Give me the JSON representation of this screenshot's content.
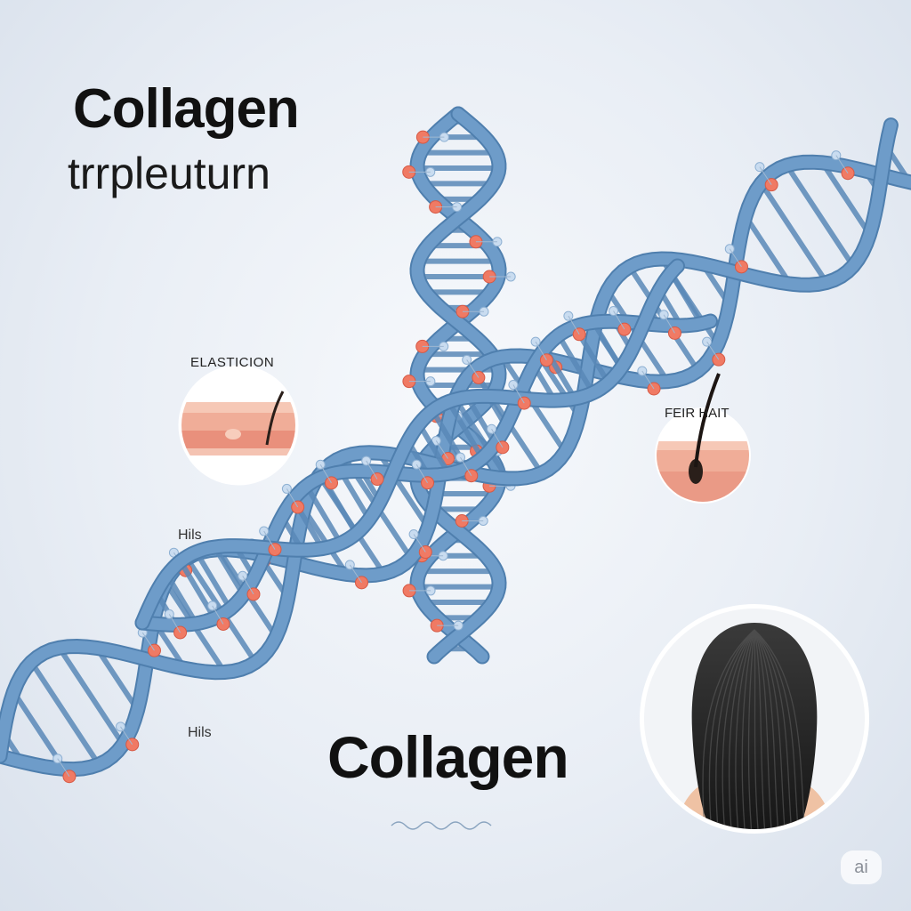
{
  "title": "Collagen",
  "subtitle": "trrpleuturn",
  "bottom_title": "Collagen",
  "labels": {
    "elasticity": "ELASTICION",
    "fiber_hair": "FEIR HAIT",
    "hils_top": "Hils",
    "hils_bottom": "Hils"
  },
  "badge": "ai",
  "colors": {
    "helix": "#6e9cc9",
    "rung": "#5a89b8",
    "molecule": "#f07a64",
    "node": "#c9dcf0",
    "skin": "#f3b9a4"
  }
}
